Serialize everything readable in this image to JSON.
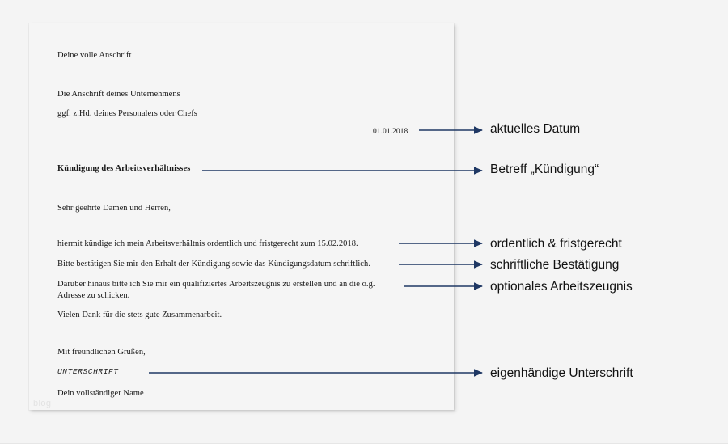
{
  "colors": {
    "background": "#f4f4f4",
    "page": "#f5f5f5",
    "arrow": "#1f3864",
    "text": "#1a1a1a",
    "annotation_text": "#111111",
    "watermark": "#e3e3e3"
  },
  "document": {
    "watermark": "blog",
    "lines": {
      "sender": "Deine volle Anschrift",
      "recipient": "Die Anschrift deines Unternehmens",
      "attention": "ggf. z.Hd. deines Personalers oder Chefs",
      "date": "01.01.2018",
      "subject": "Kündigung des Arbeitsverhältnisses",
      "salutation": "Sehr geehrte Damen und Herren,",
      "body_1": "hiermit kündige ich mein Arbeitsverhältnis ordentlich und fristgerecht zum 15.02.2018.",
      "body_2": "Bitte bestätigen Sie mir den Erhalt der Kündigung sowie das Kündigungsdatum schriftlich.",
      "body_3": "Darüber hinaus bitte ich Sie mir ein qualifiziertes Arbeitszeugnis zu erstellen und an die o.g. Adresse zu schicken.",
      "body_4": "Vielen Dank für die stets gute Zusammenarbeit.",
      "closing": "Mit freundlichen Grüßen,",
      "signature": "UNTERSCHRIFT",
      "name": "Dein vollständiger Name"
    }
  },
  "annotations": [
    {
      "id": "date",
      "label": "aktuelles Datum"
    },
    {
      "id": "subject",
      "label": "Betreff „Kündigung“"
    },
    {
      "id": "ordent",
      "label": "ordentlich & fristgerecht"
    },
    {
      "id": "schrift",
      "label": "schriftliche Bestätigung"
    },
    {
      "id": "zeugnis",
      "label": "optionales Arbeitszeugnis"
    },
    {
      "id": "sign",
      "label": "eigenhändige Unterschrift"
    }
  ]
}
